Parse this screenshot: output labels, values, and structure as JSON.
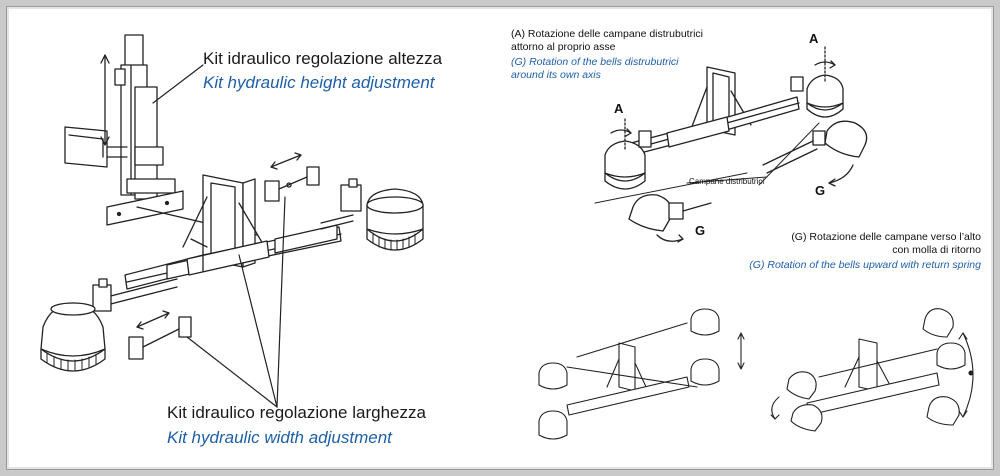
{
  "height_kit": {
    "it": "Kit idraulico regolazione altezza",
    "en": "Kit hydraulic height adjustment"
  },
  "width_kit": {
    "it": "Kit idraulico regolazione larghezza",
    "en": "Kit hydraulic width adjustment"
  },
  "rotation_axis": {
    "it_line1": "(A)  Rotazione delle campane distrubutrici",
    "it_line2": "attorno al proprio asse",
    "en_line1": "(G)  Rotation of the bells distrubutrici",
    "en_line2": "around its own axis"
  },
  "rotation_up": {
    "it_line1": "(G)  Rotazione delle campane verso l’alto",
    "it_line2": "con molla di ritorno",
    "en_line1": "(G)  Rotation of the bells upward with return spring"
  },
  "callouts": {
    "a1": "A",
    "a2": "A",
    "g1": "G",
    "g2": "G",
    "bells": "Campane distributrici"
  },
  "colors": {
    "italian_text": "#1a1a1a",
    "english_text": "#1f5fa8",
    "line_art": "#222222",
    "background": "#ffffff",
    "frame": "#c9c9c9"
  }
}
